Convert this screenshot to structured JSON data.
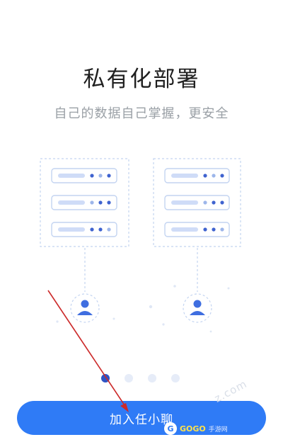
{
  "onboarding": {
    "title": "私有化部署",
    "subtitle": "自己的数据自己掌握，更安全",
    "page_count": 4,
    "active_page": 0
  },
  "actions": {
    "join_label": "加入任小聊"
  },
  "watermark": {
    "badge": "G",
    "brand": "GOGO",
    "suffix": "手游网",
    "diagonal": "z.com"
  },
  "icons": {
    "server_group": "server-rack-icon",
    "user": "user-icon"
  },
  "colors": {
    "accent": "#2f7bf6",
    "active_dot": "#2f54c4",
    "inactive_dot": "#e6ecf8",
    "title": "#1f1f1f",
    "subtitle": "#9aa0a6",
    "illustration_line": "#b9cdf0",
    "annotation_arrow": "#cc2a2a"
  }
}
